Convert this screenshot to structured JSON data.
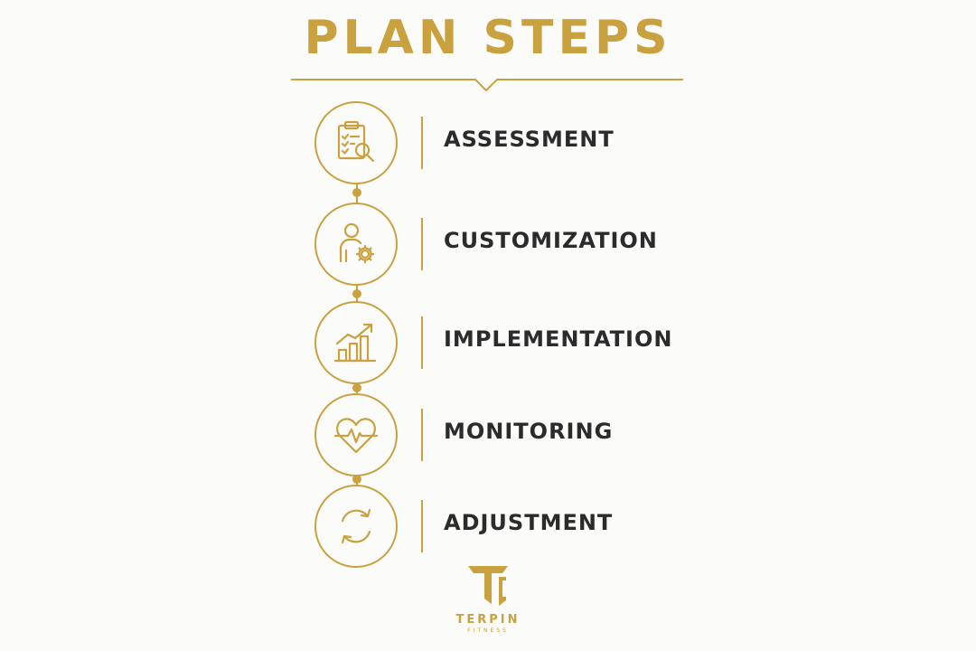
{
  "title": "PLAN STEPS",
  "steps": [
    {
      "label": "ASSESSMENT",
      "icon": "clipboard-search-icon"
    },
    {
      "label": "CUSTOMIZATION",
      "icon": "user-gear-icon"
    },
    {
      "label": "IMPLEMENTATION",
      "icon": "growth-chart-icon"
    },
    {
      "label": "MONITORING",
      "icon": "heart-pulse-icon"
    },
    {
      "label": "ADJUSTMENT",
      "icon": "refresh-cycle-icon"
    }
  ],
  "brand": {
    "name": "TERPIN",
    "tagline": "FITNESS"
  },
  "colors": {
    "accent": "#c9a13f",
    "text": "#2b2b2b",
    "background": "#fbfbfa"
  }
}
